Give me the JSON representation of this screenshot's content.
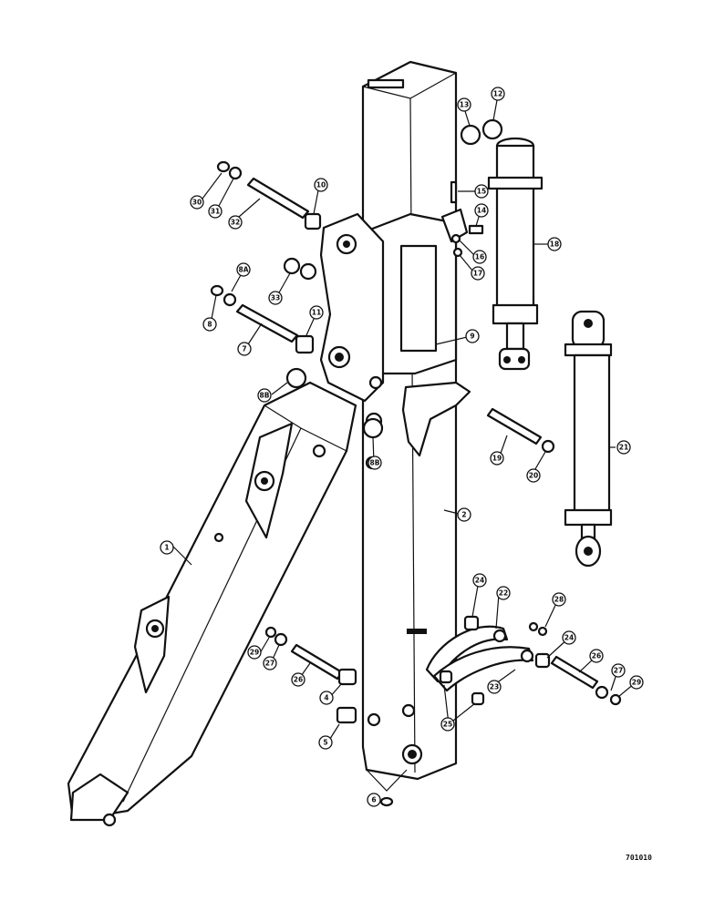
{
  "callouts": [
    {
      "id": "c30",
      "label": "30"
    },
    {
      "id": "c31",
      "label": "31"
    },
    {
      "id": "c32",
      "label": "32"
    },
    {
      "id": "c10a",
      "label": "10"
    },
    {
      "id": "c13",
      "label": "13"
    },
    {
      "id": "c12",
      "label": "12"
    },
    {
      "id": "c15",
      "label": "15"
    },
    {
      "id": "c14",
      "label": "14"
    },
    {
      "id": "c16",
      "label": "16"
    },
    {
      "id": "c17",
      "label": "17"
    },
    {
      "id": "c18",
      "label": "18"
    },
    {
      "id": "c33",
      "label": "33"
    },
    {
      "id": "c8a",
      "label": "8A"
    },
    {
      "id": "c8",
      "label": "8"
    },
    {
      "id": "c11",
      "label": "11"
    },
    {
      "id": "c7",
      "label": "7"
    },
    {
      "id": "c9",
      "label": "9"
    },
    {
      "id": "c8b",
      "label": "8B"
    },
    {
      "id": "c8b2",
      "label": "8B"
    },
    {
      "id": "c19",
      "label": "19"
    },
    {
      "id": "c20",
      "label": "20"
    },
    {
      "id": "c21",
      "label": "21"
    },
    {
      "id": "c1",
      "label": "1"
    },
    {
      "id": "c2",
      "label": "2"
    },
    {
      "id": "c24a",
      "label": "24"
    },
    {
      "id": "c22",
      "label": "22"
    },
    {
      "id": "c28",
      "label": "28"
    },
    {
      "id": "c24b",
      "label": "24"
    },
    {
      "id": "c29a",
      "label": "29"
    },
    {
      "id": "c27a",
      "label": "27"
    },
    {
      "id": "c26a",
      "label": "26"
    },
    {
      "id": "c26b",
      "label": "26"
    },
    {
      "id": "c27b",
      "label": "27"
    },
    {
      "id": "c29b",
      "label": "29"
    },
    {
      "id": "c4",
      "label": "4"
    },
    {
      "id": "c23",
      "label": "23"
    },
    {
      "id": "c25",
      "label": "25"
    },
    {
      "id": "c5",
      "label": "5"
    },
    {
      "id": "c6",
      "label": "6"
    }
  ],
  "drawing_code": "701010"
}
